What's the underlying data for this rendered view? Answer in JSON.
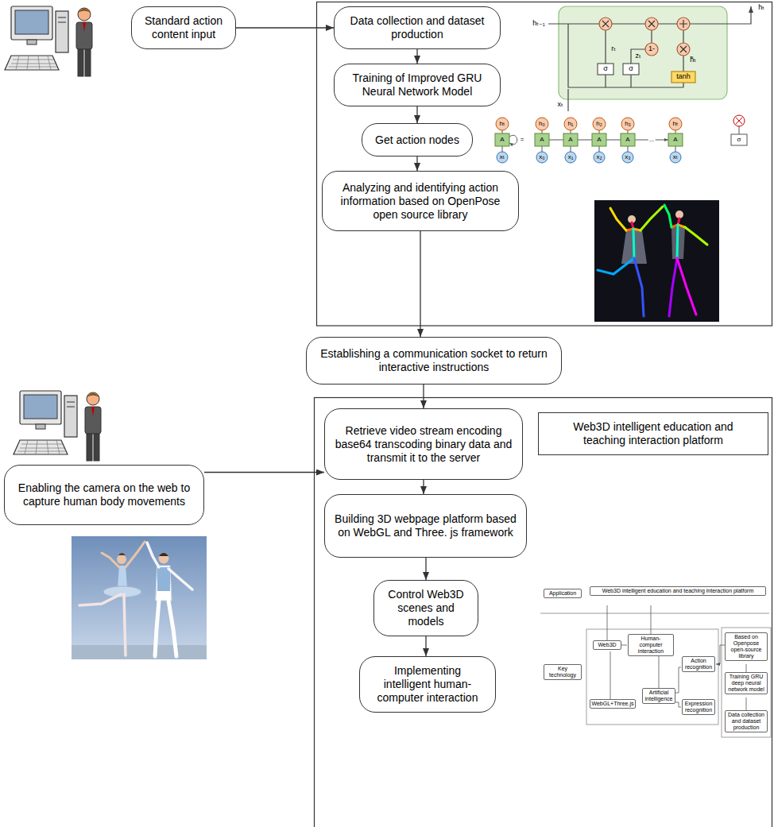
{
  "diagram": {
    "nodes": [
      {
        "text": [
          "Standard action content input"
        ]
      },
      {
        "text": [
          "Data collection and dataset production"
        ]
      },
      {
        "text": [
          "Training of Improved GRU Neural Network Model"
        ]
      },
      {
        "text": [
          "Get action nodes"
        ]
      },
      {
        "text": [
          "Analyzing and identifying action information based on OpenPose open source library"
        ]
      },
      {
        "text": [
          "Establishing a communication socket to return interactive instructions"
        ]
      },
      {
        "text": [
          "Enabling the camera on the web to capture human body movements"
        ]
      },
      {
        "text": [
          "Retrieve video stream encoding base64 transcoding binary data and transmit it to the server"
        ]
      },
      {
        "text": [
          "Web3D intelligent education and teaching interaction platform"
        ]
      },
      {
        "text": [
          "Building 3D webpage platform based on WebGL and Three. js framework"
        ]
      },
      {
        "text": [
          "Control Web3D scenes and models"
        ]
      },
      {
        "text": [
          "Implementing intelligent human-computer interaction"
        ]
      }
    ],
    "edges": [
      {
        "from": 0,
        "to": 1,
        "arrow": "to"
      },
      {
        "from": 1,
        "to": 2,
        "arrow": "to"
      },
      {
        "from": 2,
        "to": 3,
        "arrow": "to"
      },
      {
        "from": 3,
        "to": 4,
        "arrow": "to"
      },
      {
        "from": 4,
        "to": 5,
        "arrow": "to"
      },
      {
        "from": 5,
        "to": 7,
        "arrow": "to"
      },
      {
        "from": 6,
        "to": 7,
        "arrow": "to"
      },
      {
        "from": 7,
        "to": 9,
        "arrow": "to"
      },
      {
        "from": 9,
        "to": 10,
        "arrow": "to"
      },
      {
        "from": 10,
        "to": 11,
        "arrow": "to"
      }
    ],
    "labels": [
      "hₜ",
      "hₜ₋₁",
      "rₜ",
      "zₜ",
      "σ",
      "σ",
      "tanh",
      "1-",
      "h̃ₜ",
      "xₜ",
      "hₜ",
      "h₀",
      "h₁",
      "h₂",
      "h₃",
      "hₜ",
      "A",
      "A",
      "A",
      "A",
      "A",
      "A",
      "xₜ",
      "x₀",
      "x₁",
      "x₂",
      "x₃",
      "xₜ",
      "=",
      "...",
      "σ",
      "Application",
      "Web3D intelligent education and teaching interaction platform",
      "Key technology",
      "Web3D",
      "Human-computer interaction",
      "WebGL+Three.js",
      "Artificial intelligence",
      "Action recognition",
      "Expression recognition",
      "Based on Openpose open-source library",
      "Training GRU deep neural network model",
      "Data collection and dataset production"
    ]
  }
}
